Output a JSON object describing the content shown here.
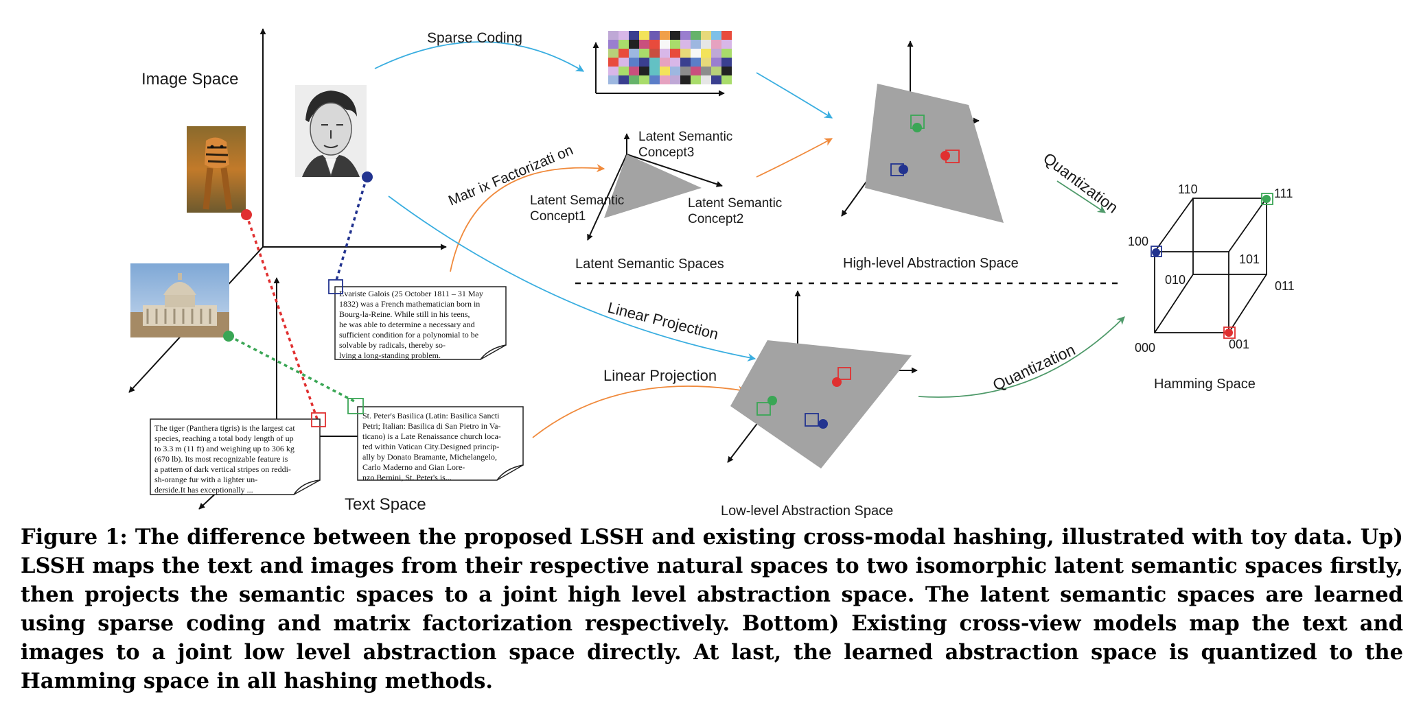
{
  "labels": {
    "image_space": "Image Space",
    "text_space": "Text Space",
    "sparse_coding": "Sparse Coding",
    "matrix_factorization": "Matr ix Factorizati on",
    "lsc3_a": "Latent Semantic",
    "lsc3_b": "Concept3",
    "lsc1_a": "Latent Semantic",
    "lsc1_b": "Concept1",
    "lsc2_a": "Latent Semantic",
    "lsc2_b": "Concept2",
    "latent_semantic_spaces": "Latent Semantic Spaces",
    "high_level_space": "High-level Abstraction Space",
    "quantization_top": "Quantization",
    "quantization_bottom": "Quantization",
    "linear_projection_1": "Linear Projection",
    "linear_projection_2": "Linear Projection",
    "low_level_space": "Low-level Abstraction  Space",
    "hamming_space": "Hamming Space"
  },
  "hamming_codes": [
    "110",
    "111",
    "100",
    "101",
    "010",
    "011",
    "000",
    "001"
  ],
  "documents": {
    "galois": [
      "Evariste Galois  (25 October 1811 – 31 May",
      "1832) was a French mathematician born in",
      "Bourg-la-Reine. While still in his teens,",
      "he was able to determine a necessary and",
      "sufficient condition for a polynomial to be",
      "solvable by radicals, thereby so-",
      "lving a long-standing problem."
    ],
    "tiger": [
      "The tiger (Panthera tigris) is the largest cat",
      "species, reaching a total body length of up",
      " to 3.3 m (11 ft) and weighing up to 306 kg",
      " (670 lb). Its most recognizable feature is",
      " a pattern of dark vertical stripes on reddi-",
      "sh-orange fur with a lighter un-",
      "derside.It has exceptionally ..."
    ],
    "basilica": [
      "St. Peter's Basilica (Latin: Basilica Sancti",
      "Petri; Italian: Basilica di San Pietro in Va-",
      "ticano) is a Late Renaissance church loca-",
      "ted within Vatican City.Designed princip-",
      "ally by Donato Bramante, Michelangelo,",
      "Carlo Maderno and Gian Lore-",
      "nzo Bernini, St. Peter's is..."
    ]
  },
  "colors": {
    "red": "#e03030",
    "green": "#3aa655",
    "blue": "#22338f",
    "cyan_arrow": "#3aaee0",
    "orange_arrow": "#f08a3c",
    "green_arrow": "#4f9a6a",
    "plane_gray": "#a3a3a3"
  },
  "caption": "Figure 1: The difference between the proposed LSSH and existing cross-modal hashing, illustrated with toy data.  Up) LSSH maps the text and images from their respective natural spaces to two isomorphic latent semantic spaces firstly, then projects the semantic spaces to a joint high level abstraction space. The latent semantic spaces are learned using sparse coding and matrix factorization respectively.  Bottom) Existing cross-view models map the text and images to a joint low level abstraction space directly.  At last, the learned abstraction space is quantized to the Hamming space in all hashing methods."
}
